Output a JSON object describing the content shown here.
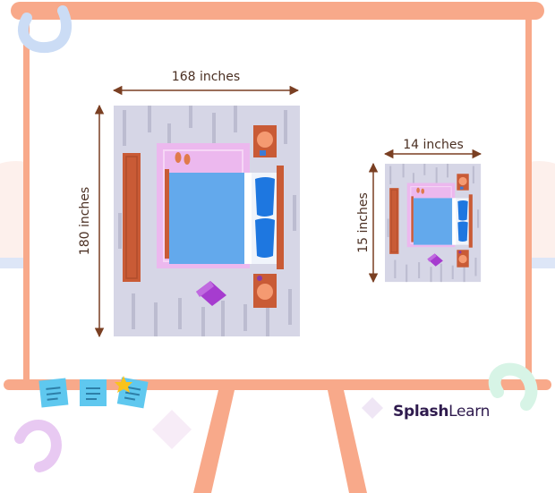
{
  "diagram": {
    "large_room": {
      "width_label": "168 inches",
      "height_label": "180 inches"
    },
    "small_room": {
      "width_label": "14 inches",
      "height_label": "15 inches"
    }
  },
  "brand": {
    "name_bold": "Splash",
    "name_regular": "Learn"
  },
  "colors": {
    "easel": "#f8a98a",
    "board_inner": "#fff6f3",
    "floor": "#d6d6e6",
    "floor_plank": "#bcbcd0",
    "rug": "#ecb8ee",
    "bed_blanket": "#63a9ec",
    "pillow": "#1e77e0",
    "wood": "#c95b36",
    "cushion": "#a63ccf",
    "arrow": "#7a3f22"
  }
}
